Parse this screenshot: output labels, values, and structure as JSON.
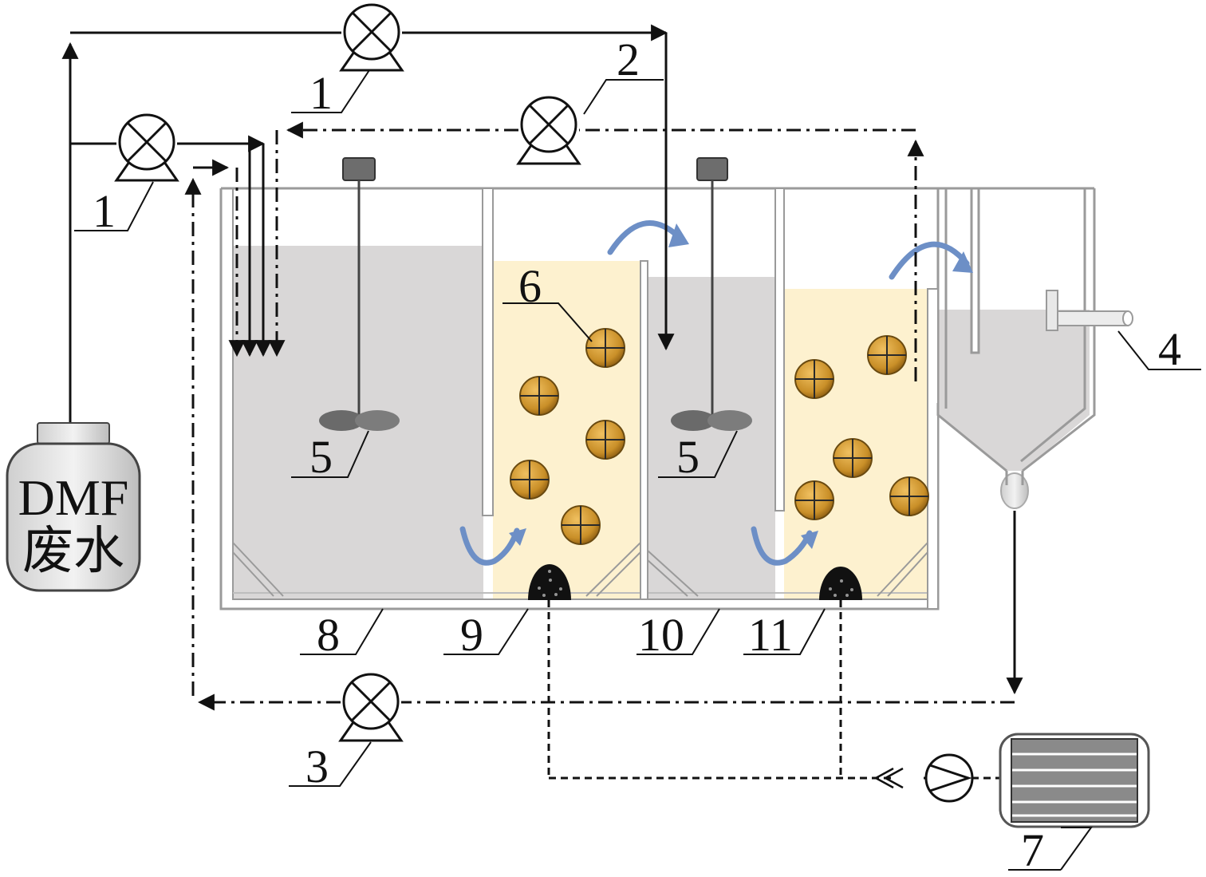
{
  "tank_label": {
    "line1": "DMF",
    "line2": "废水"
  },
  "callouts": {
    "pump_top": "1",
    "pump_left": "1",
    "pump_recycle": "2",
    "pump_return": "3",
    "outlet": "4",
    "stirrer_left": "5",
    "stirrer_right": "5",
    "carrier": "6",
    "blower": "7",
    "anoxic_tank_1": "8",
    "aerobic_tank_1": "9",
    "anoxic_tank_2": "10",
    "aerobic_tank_2": "11"
  },
  "colors": {
    "anoxic_water": "#d9d7d7",
    "aerobic_water": "#fdf1cf",
    "carrier": "#cf9a34",
    "flow_arrow": "#6d8fc6",
    "line": "#111111"
  }
}
